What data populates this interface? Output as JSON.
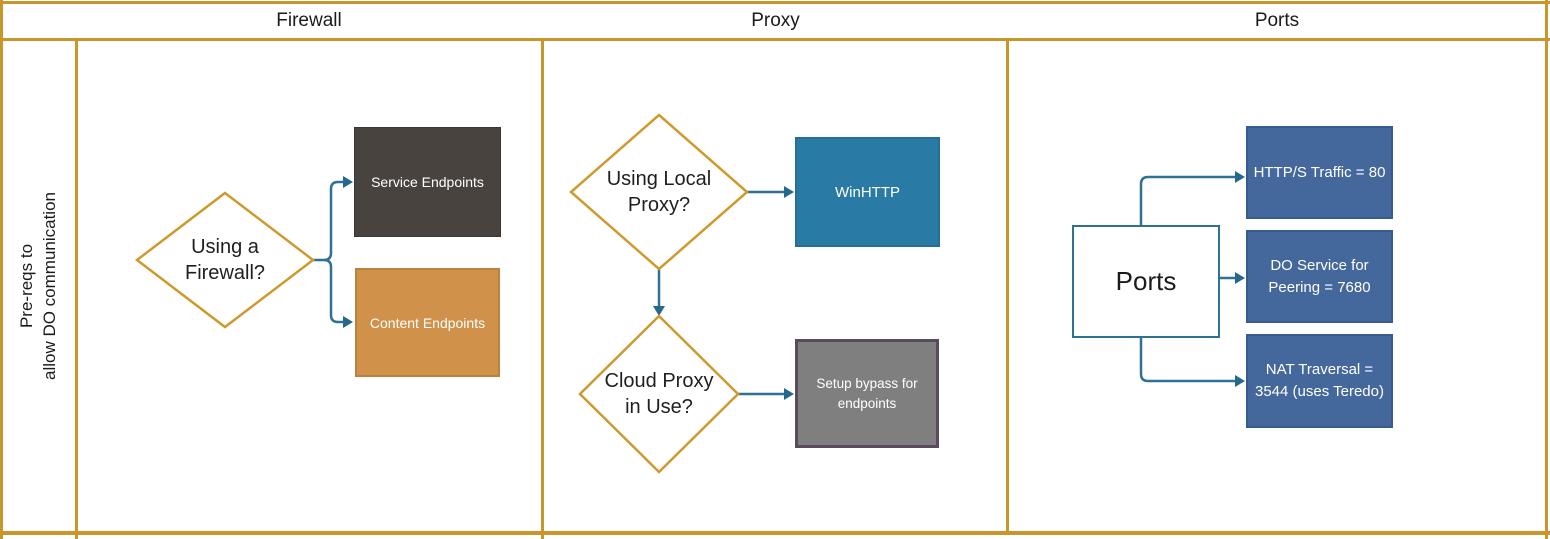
{
  "header": {
    "firewall": "Firewall",
    "proxy": "Proxy",
    "ports": "Ports"
  },
  "sidebar": {
    "label": "Pre-reqs to\nallow DO communication"
  },
  "firewall_lane": {
    "decision": "Using a\nFirewall?",
    "service_endpoints": "Service Endpoints",
    "content_endpoints": "Content Endpoints"
  },
  "proxy_lane": {
    "local_proxy_decision": "Using Local\nProxy?",
    "winhttp": "WinHTTP",
    "cloud_proxy_decision": "Cloud Proxy\nin Use?",
    "bypass": "Setup bypass for\nendpoints"
  },
  "ports_lane": {
    "source": "Ports",
    "http_traffic": "HTTP/S Traffic = 80",
    "do_service": "DO Service for\nPeering = 7680",
    "nat_traversal": "NAT Traversal =\n3544 (uses Teredo)"
  },
  "colors": {
    "lane_border": "#C9962B",
    "diamond_border": "#CE9A2E",
    "connector": "#2E7193",
    "arrowhead": "#26688C",
    "service_box": "#494340",
    "content_box": "#D0914A",
    "content_box_border": "#BA823E",
    "winhttp_box": "#2A7AA6",
    "bypass_box": "#7F7F7F",
    "bypass_box_border": "#5A4A5E",
    "ports_box_border": "#2E7193",
    "port_value_box": "#44689B",
    "port_value_box_border": "#365B8E"
  }
}
